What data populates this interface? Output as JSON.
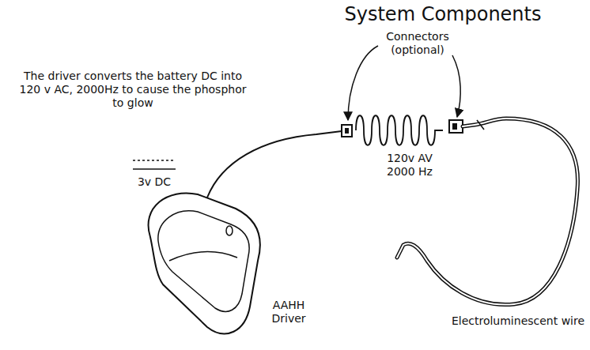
{
  "diagram": {
    "title": "System Components",
    "labels": [
      "The driver converts the battery DC into 120 v AC, 2000Hz to cause the phosphor to glow",
      "3v DC",
      "Connectors (optional)",
      "120v AV 2000 Hz",
      "AAHH Driver",
      "Electroluminescent wire"
    ]
  }
}
